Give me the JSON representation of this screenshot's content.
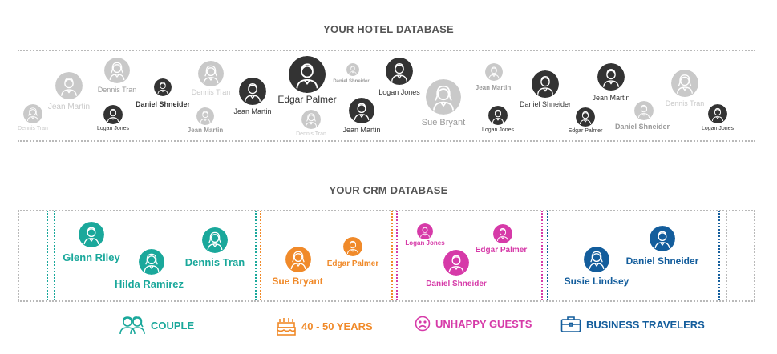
{
  "hotel_title": "YOUR HOTEL DATABASE",
  "crm_title": "YOUR CRM DATABASE",
  "colors": {
    "teal": "#1aa89b",
    "orange": "#f08a2a",
    "pink": "#d63aa8",
    "blue": "#135d9c",
    "dark": "#333333",
    "grey": "#9a9a9a",
    "light": "#c9c9c9"
  },
  "hotel_people": [
    {
      "name": "Dennis Tran"
    },
    {
      "name": "Jean Martin"
    },
    {
      "name": "Dennis Tran"
    },
    {
      "name": "Logan Jones"
    },
    {
      "name": "Daniel Shneider"
    },
    {
      "name": "Dennis Tran"
    },
    {
      "name": "Jean Martin"
    },
    {
      "name": "Jean Martin"
    },
    {
      "name": "Edgar Palmer"
    },
    {
      "name": "Dennis Tran"
    },
    {
      "name": "Daniel Shneider"
    },
    {
      "name": "Jean Martin"
    },
    {
      "name": "Logan Jones"
    },
    {
      "name": "Sue Bryant"
    },
    {
      "name": "Jean Martin"
    },
    {
      "name": "Logan Jones"
    },
    {
      "name": "Daniel Shneider"
    },
    {
      "name": "Edgar Palmer"
    },
    {
      "name": "Jean Martin"
    },
    {
      "name": "Daniel Shneider"
    },
    {
      "name": "Dennis Tran"
    },
    {
      "name": "Logan Jones"
    }
  ],
  "crm_people": [
    {
      "name": "Glenn Riley"
    },
    {
      "name": "Hilda Ramirez"
    },
    {
      "name": "Dennis Tran"
    },
    {
      "name": "Sue Bryant"
    },
    {
      "name": "Edgar Palmer"
    },
    {
      "name": "Logan Jones"
    },
    {
      "name": "Edgar Palmer"
    },
    {
      "name": "Daniel Shneider"
    },
    {
      "name": "Susie Lindsey"
    },
    {
      "name": "Daniel Shneider"
    }
  ],
  "legend": [
    {
      "label": "COUPLE",
      "icon": "couple-icon"
    },
    {
      "label": "40 - 50 YEARS",
      "icon": "birthday-cake-icon"
    },
    {
      "label": "UNHAPPY GUESTS",
      "icon": "sad-face-icon"
    },
    {
      "label": "BUSINESS TRAVELERS",
      "icon": "briefcase-icon"
    }
  ]
}
